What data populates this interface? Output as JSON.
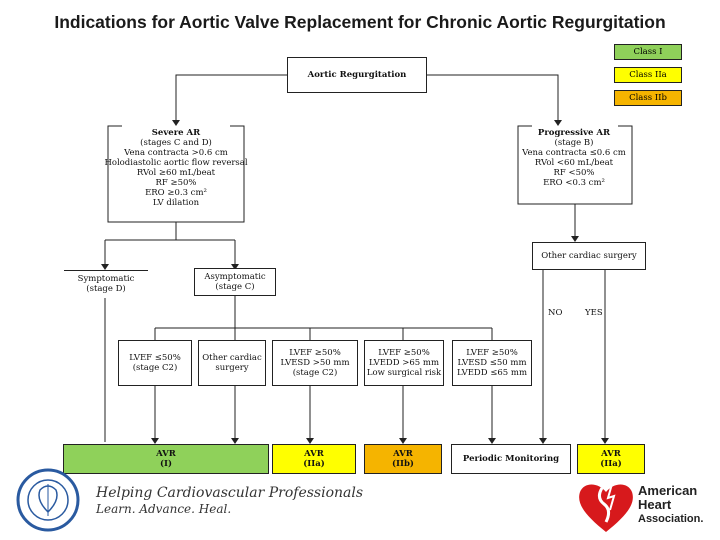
{
  "title": "Indications for Aortic Valve Replacement for Chronic Aortic Regurgitation",
  "colors": {
    "class1": "#8fd15a",
    "class2a": "#ffff00",
    "class2b": "#f5b400"
  },
  "legend": {
    "class1": "Class I",
    "class2a": "Class IIa",
    "class2b": "Class IIb"
  },
  "root": "Aortic Regurgitation",
  "severe": {
    "heading": "Severe AR",
    "lines": [
      "(stages C and D)",
      "Vena contracta >0.6 cm",
      "Holodiastolic aortic flow reversal",
      "RVol ≥60 mL/beat",
      "RF ≥50%",
      "ERO ≥0.3 cm²",
      "LV dilation"
    ]
  },
  "progressive": {
    "heading": "Progressive AR",
    "lines": [
      "(stage B)",
      "Vena contracta ≤0.6 cm",
      "RVol <60 mL/beat",
      "RF <50%",
      "ERO <0.3 cm²"
    ]
  },
  "symptomatic": [
    "Symptomatic",
    "(stage D)"
  ],
  "asymptomatic": [
    "Asymptomatic",
    "(stage C)"
  ],
  "other_surgery_right": "Other cardiac surgery",
  "no_label": "NO",
  "yes_label": "YES",
  "criteria": [
    [
      "LVEF ≤50%",
      "(stage C2)"
    ],
    [
      "Other cardiac",
      "surgery"
    ],
    [
      "LVEF ≥50%",
      "LVESD >50 mm",
      "(stage C2)"
    ],
    [
      "LVEF ≥50%",
      "LVEDD >65 mm",
      "Low surgical risk"
    ],
    [
      "LVEF ≥50%",
      "LVESD ≤50 mm",
      "LVEDD ≤65 mm"
    ]
  ],
  "outcomes": {
    "avr1": [
      "AVR",
      "(I)"
    ],
    "avr2a": [
      "AVR",
      "(IIa)"
    ],
    "avr2b": [
      "AVR",
      "(IIb)"
    ],
    "monitoring": "Periodic Monitoring",
    "avr2a_right": [
      "AVR",
      "(IIa)"
    ]
  },
  "footer": {
    "tagline1": "Helping Cardiovascular Professionals",
    "tagline2": "Learn. Advance. Heal.",
    "aha": [
      "American",
      "Heart",
      "Association."
    ]
  }
}
